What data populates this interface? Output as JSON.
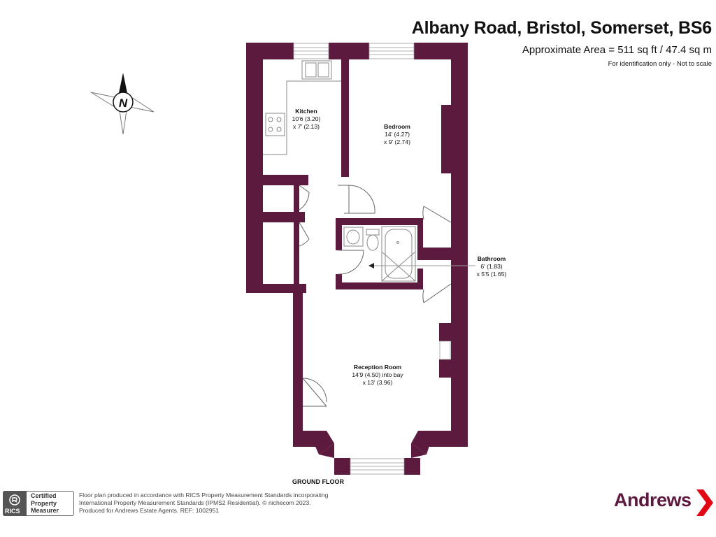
{
  "header": {
    "title": "Albany Road, Bristol, Somerset, BS6",
    "area": "Approximate Area = 511 sq ft / 47.4 sq m",
    "note": "For identification only - Not to scale"
  },
  "compass": {
    "letter": "N"
  },
  "rooms": {
    "kitchen": {
      "name": "Kitchen",
      "dim1": "10'6 (3.20)",
      "dim2": "x 7' (2.13)"
    },
    "bedroom": {
      "name": "Bedroom",
      "dim1": "14' (4.27)",
      "dim2": "x 9' (2.74)"
    },
    "bathroom": {
      "name": "Bathroom",
      "dim1": "6' (1.83)",
      "dim2": "x 5'5 (1.65)"
    },
    "reception": {
      "name": "Reception Room",
      "dim1": "14'9 (4.50) into bay",
      "dim2": "x 13' (3.96)"
    }
  },
  "floor_label": "GROUND FLOOR",
  "rics": {
    "line1": "Certified",
    "line2": "Property",
    "line3": "Measurer",
    "acronym": "RICS"
  },
  "footer": {
    "line1": "Floor plan produced in accordance with RICS Property Measurement Standards incorporating",
    "line2": "International Property Measurement Standards (IPMS2 Residential).  © nichecom 2023.",
    "line3": "Produced for Andrews Estate Agents.   REF:  1002951"
  },
  "brand": {
    "name": "Andrews"
  },
  "colors": {
    "wall": "#5d1a3f",
    "brand": "#5d1a3f"
  }
}
